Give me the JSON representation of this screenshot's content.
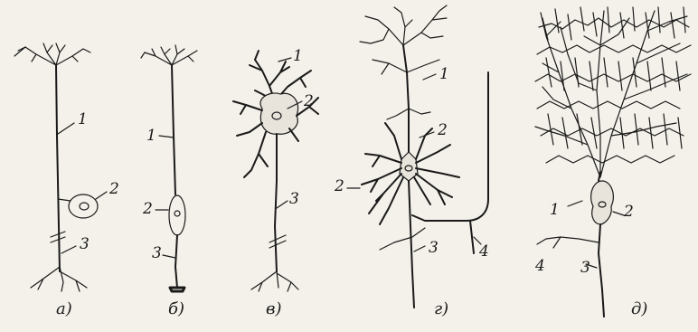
{
  "neurons": [
    {
      "caption": "а)",
      "labels": [
        "1",
        "2",
        "3"
      ]
    },
    {
      "caption": "б)",
      "labels": [
        "1",
        "2",
        "3"
      ]
    },
    {
      "caption": "в)",
      "labels": [
        "1",
        "2",
        "3"
      ]
    },
    {
      "caption": "г)",
      "labels": [
        "1",
        "2",
        "2",
        "3",
        "4"
      ]
    },
    {
      "caption": "д)",
      "labels": [
        "1",
        "2",
        "3",
        "4"
      ]
    }
  ]
}
